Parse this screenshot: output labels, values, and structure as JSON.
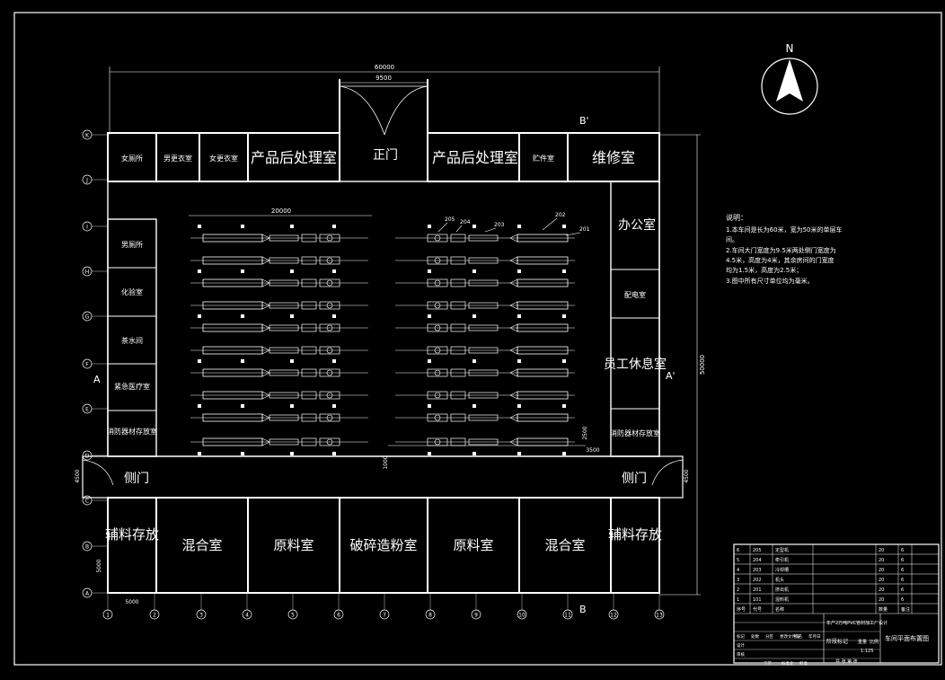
{
  "north_label": "N",
  "dims": {
    "total_length": "60000",
    "gate_width": "9500",
    "line_length": "20000",
    "total_width": "50000",
    "side_gate": "4500",
    "side_gate_right": "4500",
    "room_depth": "5000",
    "col_spacing": "5000",
    "right_w": "3500",
    "right_h": "2500",
    "bottom_gap": "1000"
  },
  "sections": {
    "a": "A",
    "a_prime": "A'",
    "b": "B",
    "b_prime": "B'"
  },
  "top_rooms": [
    "女厕所",
    "男更衣室",
    "女更衣室",
    "产品后处理室",
    "正门",
    "产品后处理室",
    "贮件室",
    "维修室"
  ],
  "left_rooms": [
    "男厕所",
    "化验室",
    "茶水间",
    "紧急医疗室",
    "消防器材存放室"
  ],
  "right_rooms": [
    "办公室",
    "配电室",
    "员工休息室",
    "消防器材存放室"
  ],
  "side_gates": {
    "left": "侧门",
    "right": "侧门"
  },
  "bottom_rooms": [
    "辅料存放",
    "混合室",
    "原料室",
    "破碎造粉室",
    "原料室",
    "混合室",
    "辅料存放"
  ],
  "row_axes": [
    "K",
    "J",
    "I",
    "H",
    "G",
    "F",
    "E",
    "D",
    "C",
    "B",
    "A"
  ],
  "col_axes": [
    "1",
    "2",
    "3",
    "4",
    "5",
    "6",
    "7",
    "8",
    "9",
    "10",
    "11",
    "12",
    "13"
  ],
  "part_callouts": [
    "205",
    "204",
    "203",
    "202",
    "201"
  ],
  "notes": {
    "heading": "说明：",
    "lines": [
      "1.本车间是长为60米，宽为50米的单层车",
      "间。",
      "2.车间大门宽度为9.5米两处侧门宽度为",
      "4.5米，高度为4米，其余房间的门宽度",
      "均为1.5米，高度为2.5米；",
      "3.图中所有尺寸单位均为毫米。"
    ]
  },
  "bom_rows": [
    [
      "6",
      "205",
      "定型机",
      "",
      "20",
      "6"
    ],
    [
      "5",
      "204",
      "牵引机",
      "",
      "20",
      "6"
    ],
    [
      "4",
      "203",
      "冷却槽",
      "",
      "20",
      "6"
    ],
    [
      "3",
      "202",
      "机头",
      "",
      "20",
      "6"
    ],
    [
      "2",
      "201",
      "挤出机",
      "",
      "20",
      "6"
    ],
    [
      "1",
      "101",
      "混料机",
      "",
      "20",
      "6"
    ]
  ],
  "bom_header": [
    "序号",
    "代号",
    "名称",
    "",
    "数量",
    "备注"
  ],
  "title_block": {
    "project": "年产2万吨PVC管材加工厂设计",
    "drawing": "车间平面布置图",
    "stage": "阶段标记",
    "weight": "重量",
    "scale": "比例",
    "scale_value": "1:125",
    "sheet": "共 张 第 张",
    "roles": [
      "标记",
      "处数",
      "分区",
      "更改文件号",
      "签名",
      "年月日"
    ],
    "design": "设计",
    "check": "审核",
    "process": "工艺",
    "standard": "标准化",
    "approve": "批准"
  }
}
